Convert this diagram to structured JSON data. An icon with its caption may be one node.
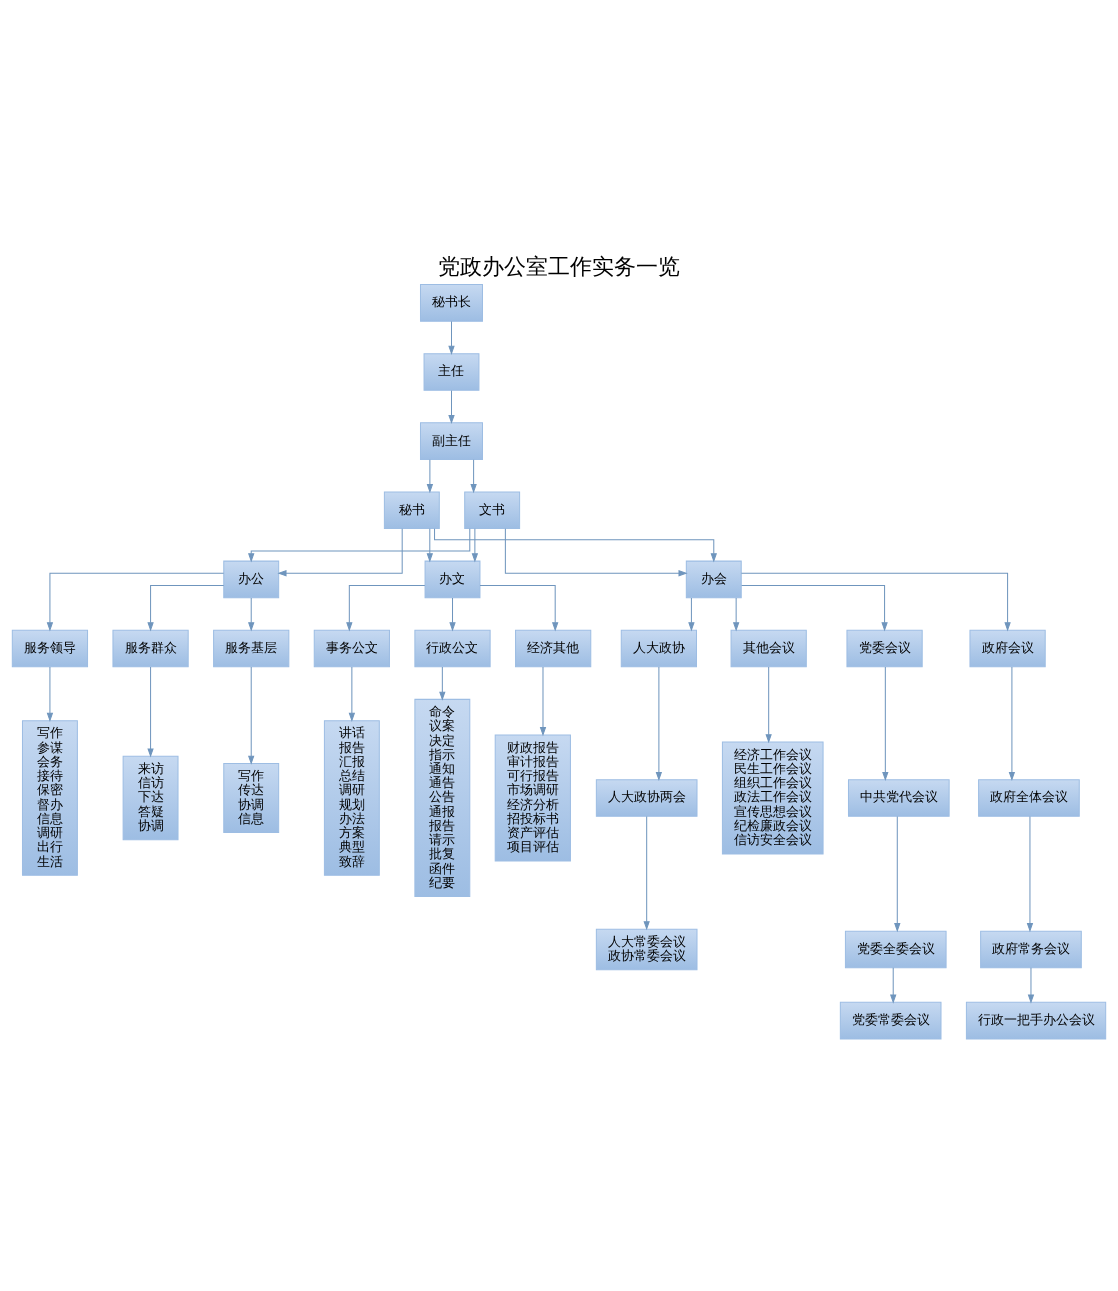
{
  "diagram": {
    "title": "党政办公室工作实务一览",
    "nodes": [
      {
        "text": [
          "秘书长"
        ]
      },
      {
        "text": [
          "主任"
        ]
      },
      {
        "text": [
          "副主任"
        ]
      },
      {
        "text": [
          "秘书"
        ]
      },
      {
        "text": [
          "文书"
        ]
      },
      {
        "text": [
          "办公"
        ]
      },
      {
        "text": [
          "办文"
        ]
      },
      {
        "text": [
          "办会"
        ]
      },
      {
        "text": [
          "服务领导"
        ]
      },
      {
        "text": [
          "服务群众"
        ]
      },
      {
        "text": [
          "服务基层"
        ]
      },
      {
        "text": [
          "写作",
          "参谋",
          "会务",
          "接待",
          "保密",
          "督办",
          "信息",
          "调研",
          "出行",
          "生活"
        ]
      },
      {
        "text": [
          "来访",
          "信访",
          "下达",
          "答疑",
          "协调"
        ]
      },
      {
        "text": [
          "写作",
          "传达",
          "协调",
          "信息"
        ]
      },
      {
        "text": [
          "事务公文"
        ]
      },
      {
        "text": [
          "行政公文"
        ]
      },
      {
        "text": [
          "经济其他"
        ]
      },
      {
        "text": [
          "讲话",
          "报告",
          "汇报",
          "总结",
          "调研",
          "规划",
          "办法",
          "方案",
          "典型",
          "致辞"
        ]
      },
      {
        "text": [
          "命令",
          "议案",
          "决定",
          "指示",
          "通知",
          "通告",
          "公告",
          "通报",
          "报告",
          "请示",
          "批复",
          "函件",
          "纪要"
        ]
      },
      {
        "text": [
          "财政报告",
          "审计报告",
          "可行报告",
          "市场调研",
          "经济分析",
          "招投标书",
          "资产评估",
          "项目评估"
        ]
      },
      {
        "text": [
          "党委会议"
        ]
      },
      {
        "text": [
          "政府会议"
        ]
      },
      {
        "text": [
          "人大政协"
        ]
      },
      {
        "text": [
          "其他会议"
        ]
      },
      {
        "text": [
          "中共党代会议"
        ]
      },
      {
        "text": [
          "党委全委会议"
        ]
      },
      {
        "text": [
          "党委常委会议"
        ]
      },
      {
        "text": [
          "政府全体会议"
        ]
      },
      {
        "text": [
          "政府常务会议"
        ]
      },
      {
        "text": [
          "行政一把手办公会议"
        ]
      },
      {
        "text": [
          "人大政协两会"
        ]
      },
      {
        "text": [
          "人大常委会议",
          "政协常委会议"
        ]
      },
      {
        "text": [
          "经济工作会议",
          "民生工作会议",
          "组织工作会议",
          "政法工作会议",
          "宣传思想会议",
          "纪检廉政会议",
          "信访安全会议"
        ]
      }
    ],
    "edges": [
      {
        "from": 0,
        "to": 1,
        "arrow": "to"
      },
      {
        "from": 1,
        "to": 2,
        "arrow": "to"
      },
      {
        "from": 2,
        "to": 3,
        "arrow": "to"
      },
      {
        "from": 2,
        "to": 4,
        "arrow": "to"
      },
      {
        "from": 3,
        "to": 5,
        "arrow": "to"
      },
      {
        "from": 3,
        "to": 6,
        "arrow": "to"
      },
      {
        "from": 3,
        "to": 7,
        "arrow": "to"
      },
      {
        "from": 4,
        "to": 5,
        "arrow": "to"
      },
      {
        "from": 4,
        "to": 6,
        "arrow": "to"
      },
      {
        "from": 4,
        "to": 7,
        "arrow": "to"
      },
      {
        "from": 5,
        "to": 8,
        "arrow": "to"
      },
      {
        "from": 5,
        "to": 9,
        "arrow": "to"
      },
      {
        "from": 5,
        "to": 10,
        "arrow": "to"
      },
      {
        "from": 8,
        "to": 11,
        "arrow": "to"
      },
      {
        "from": 9,
        "to": 12,
        "arrow": "to"
      },
      {
        "from": 10,
        "to": 13,
        "arrow": "to"
      },
      {
        "from": 6,
        "to": 14,
        "arrow": "to"
      },
      {
        "from": 6,
        "to": 15,
        "arrow": "to"
      },
      {
        "from": 6,
        "to": 16,
        "arrow": "to"
      },
      {
        "from": 14,
        "to": 17,
        "arrow": "to"
      },
      {
        "from": 15,
        "to": 18,
        "arrow": "to"
      },
      {
        "from": 16,
        "to": 19,
        "arrow": "to"
      },
      {
        "from": 7,
        "to": 20,
        "arrow": "to"
      },
      {
        "from": 7,
        "to": 21,
        "arrow": "to"
      },
      {
        "from": 7,
        "to": 22,
        "arrow": "to"
      },
      {
        "from": 7,
        "to": 23,
        "arrow": "to"
      },
      {
        "from": 20,
        "to": 24,
        "arrow": "to"
      },
      {
        "from": 24,
        "to": 25,
        "arrow": "to"
      },
      {
        "from": 25,
        "to": 26,
        "arrow": "to"
      },
      {
        "from": 21,
        "to": 27,
        "arrow": "to"
      },
      {
        "from": 27,
        "to": 28,
        "arrow": "to"
      },
      {
        "from": 28,
        "to": 29,
        "arrow": "to"
      },
      {
        "from": 22,
        "to": 30,
        "arrow": "to"
      },
      {
        "from": 30,
        "to": 31,
        "arrow": "to"
      },
      {
        "from": 23,
        "to": 32,
        "arrow": "to"
      }
    ]
  }
}
